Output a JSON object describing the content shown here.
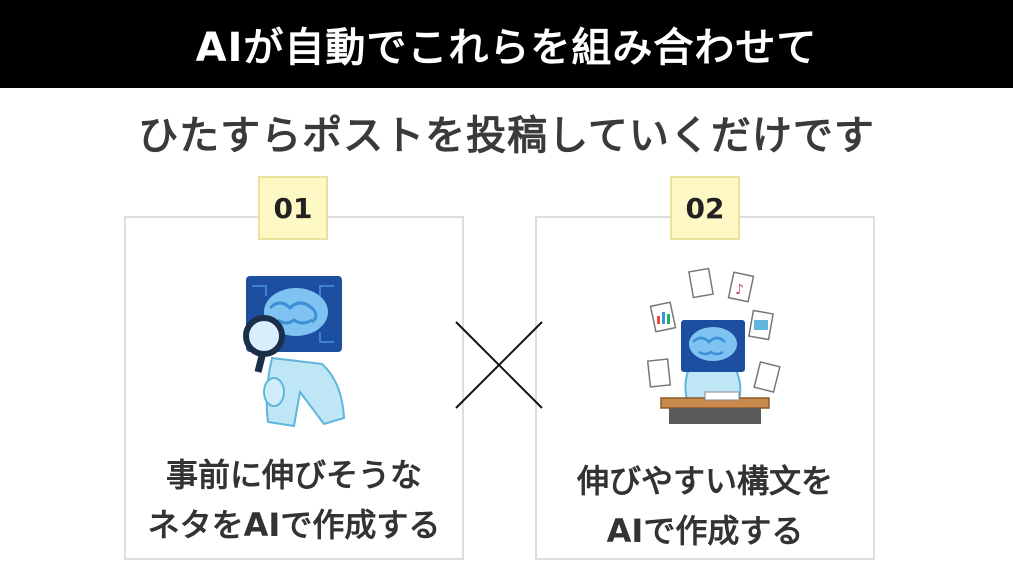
{
  "header": {
    "title": "AIが自動でこれらを組み合わせて"
  },
  "subtitle": "ひたすらポストを投稿していくだけです",
  "cards": [
    {
      "number": "01",
      "lines": [
        "事前に伸びそうな",
        "ネタをAIで作成する"
      ],
      "illustration_icon": "brain-magnifier-icon"
    },
    {
      "number": "02",
      "lines": [
        "伸びやすい構文を",
        "AIで作成する"
      ],
      "illustration_icon": "brain-writing-desk-icon"
    }
  ],
  "operator_icon": "multiply-cross-icon",
  "colors": {
    "header_bg": "#000000",
    "header_text": "#ffffff",
    "badge_bg": "#fdf8c4",
    "brain_blue": "#1d4fa0",
    "body_cyan": "#bfe6f5"
  }
}
